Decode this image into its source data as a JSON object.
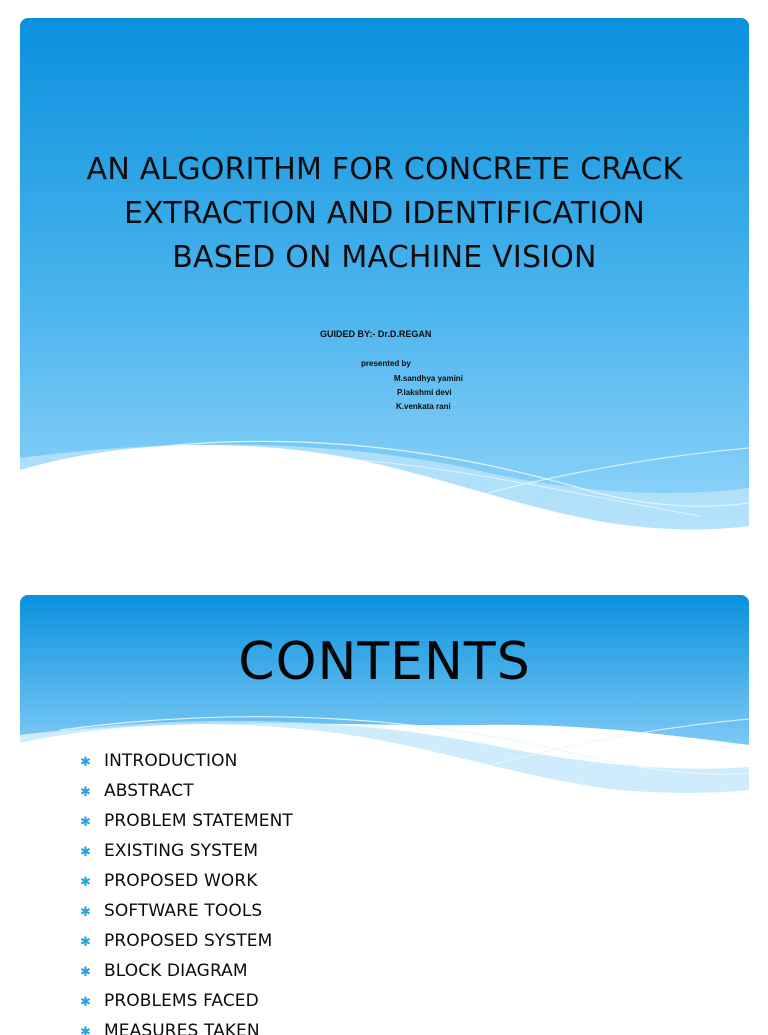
{
  "slides": [
    {
      "title": "AN ALGORITHM FOR CONCRETE CRACK\nEXTRACTION AND IDENTIFICATION\nBASED ON MACHINE  VISION",
      "guided_by": "GUIDED BY:-  Dr.D.REGAN",
      "presented_by": "presented by",
      "presenters": [
        "M.sandhya yamini",
        "P.lakshmi devi",
        "K.venkata  rani"
      ]
    },
    {
      "title": "CONTENTS",
      "items": [
        "INTRODUCTION",
        "ABSTRACT",
        "PROBLEM STATEMENT",
        "EXISTING  SYSTEM",
        "PROPOSED  WORK",
        "SOFTWARE TOOLS",
        "PROPOSED SYSTEM",
        "BLOCK DIAGRAM",
        "PROBLEMS  FACED",
        "MEASURES  TAKEN"
      ]
    }
  ],
  "theme": {
    "sky_top": "#0a90dc",
    "sky_bottom": "#8fd3fb",
    "bullet_color": "#2aa1dc",
    "wave_light": "#bfe6fb"
  },
  "icons": {
    "bullet": "asterisk-bullet-icon"
  }
}
